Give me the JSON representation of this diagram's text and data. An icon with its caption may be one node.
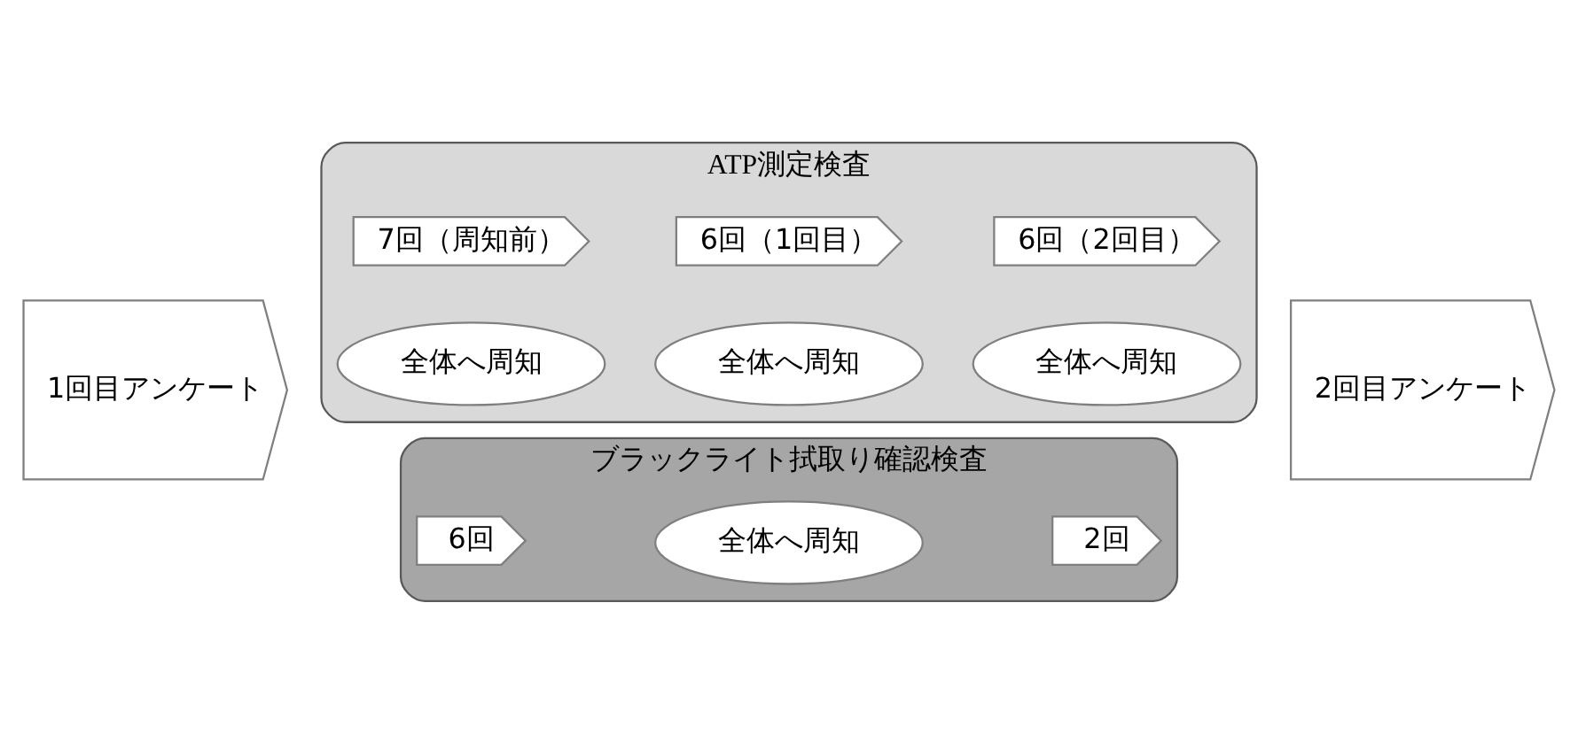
{
  "diagram": {
    "nodes": [
      {
        "text": [
          "1回目アンケート"
        ]
      },
      {
        "text": [
          "ATP測定検査"
        ]
      },
      {
        "text": [
          "全体へ周知"
        ],
        "in": 1
      },
      {
        "text": [
          "7回（周知前）"
        ],
        "in": 1
      },
      {
        "text": [
          "全体へ周知"
        ],
        "in": 1
      },
      {
        "text": [
          "6回（1回目）"
        ],
        "in": 1
      },
      {
        "text": [
          "全体へ周知"
        ],
        "in": 1
      },
      {
        "text": [
          "6回（2回目）"
        ],
        "in": 1
      },
      {
        "text": [
          "ブラックライト拭取り確認検査"
        ]
      },
      {
        "text": [
          "全体へ周知"
        ],
        "in": 8
      },
      {
        "text": [
          "6回"
        ],
        "in": 8
      },
      {
        "text": [
          "2回"
        ],
        "in": 8
      },
      {
        "text": [
          "2回目アンケート"
        ]
      }
    ],
    "edges": []
  }
}
